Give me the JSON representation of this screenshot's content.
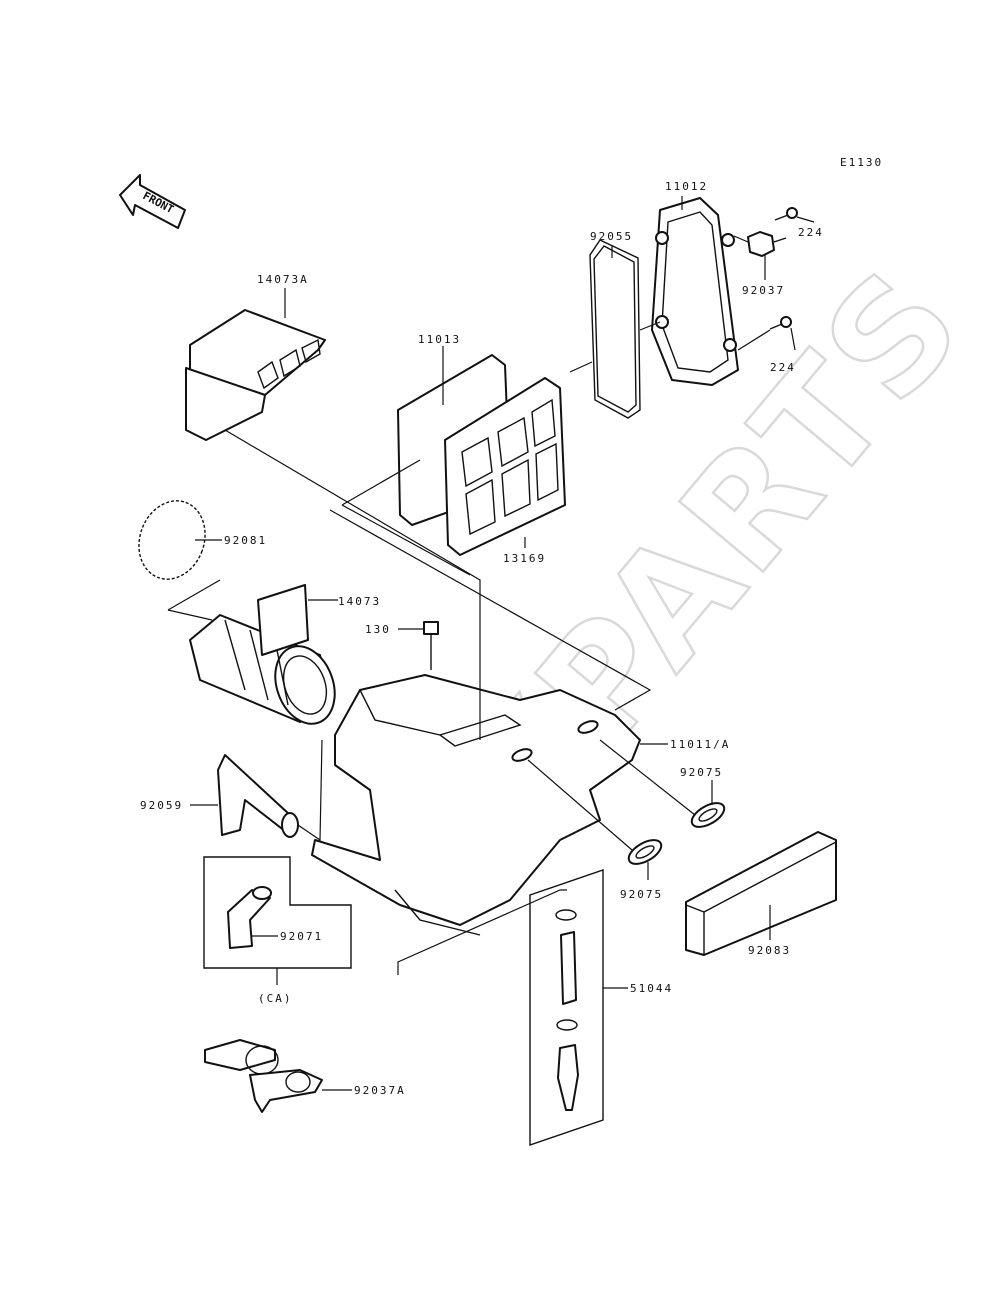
{
  "diagram_code": "E1130",
  "front_label": "FRONT",
  "watermark": "XPARTS",
  "group_label": "(CA)",
  "parts": {
    "p11012": "11012",
    "p92055": "92055",
    "p224a": "224",
    "p92037": "92037",
    "p224b": "224",
    "p14073A": "14073A",
    "p11013": "11013",
    "p13169": "13169",
    "p92081": "92081",
    "p14073": "14073",
    "p130": "130",
    "p11011A": "11011/A",
    "p92075a": "92075",
    "p92059": "92059",
    "p92075b": "92075",
    "p92071": "92071",
    "p92083": "92083",
    "p51044": "51044",
    "p92037A": "92037A"
  }
}
